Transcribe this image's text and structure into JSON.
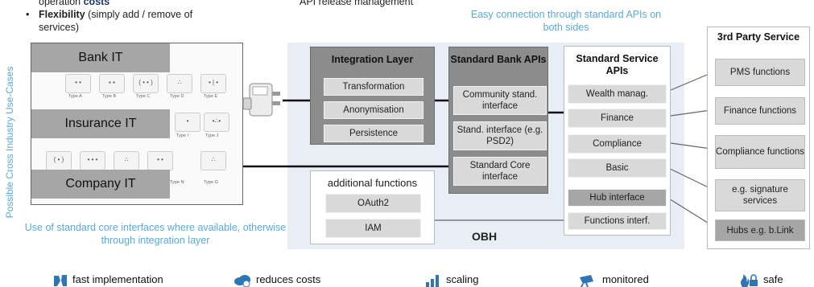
{
  "bullets": {
    "line0": "operation ",
    "line0_bold": "costs",
    "flex_bold": "Flexibility",
    "flex_rest": " (simply add / remove of",
    "flex_line2": "services)",
    "api_release": "API release management"
  },
  "vertical_label": "Possible Cross Industry Use-Cases",
  "note_top": "Easy connection through standard APIs on both sides",
  "note_bottom": "Use of standard core interfaces where available, otherwise through integration layer",
  "left_panel": {
    "labels": [
      "Bank IT",
      "Insurance IT",
      "Company IT"
    ],
    "socket_types": [
      "Type A",
      "Type B",
      "Type C",
      "Type D",
      "Type E",
      "Type I",
      "Type J",
      "Type N",
      "Type O"
    ]
  },
  "integration_layer": {
    "title": "Integration Layer",
    "items": [
      "Transformation",
      "Anonymisation",
      "Persistence"
    ]
  },
  "bank_apis": {
    "title": "Standard Bank APIs",
    "items": [
      "Community stand. interface",
      "Stand. interface (e.g. PSD2)",
      "Standard Core interface"
    ]
  },
  "service_apis": {
    "title": "Standard Service APIs",
    "items": [
      "Wealth manag.",
      "Finance",
      "Compliance",
      "Basic"
    ],
    "hub": "Hub interface",
    "functions": "Functions interf."
  },
  "additional": {
    "title": "additional functions",
    "items": [
      "OAuth2",
      "IAM"
    ]
  },
  "obh_label": "OBH",
  "third_party": {
    "title": "3rd Party Service",
    "items": [
      "PMS functions",
      "Finance functions",
      "Compliance functions",
      "e.g. signature services",
      "Hubs e.g. b.Link"
    ]
  },
  "footer": {
    "items": [
      "fast implementation",
      "reduces costs",
      "scaling",
      "monitored",
      "safe"
    ],
    "icon_names": [
      "tools-icon",
      "cloud-icon",
      "bar-chart-icon",
      "camera-icon",
      "lock-icon"
    ],
    "icon_color": "#2e75b6"
  },
  "colors": {
    "dark_box": "#8c8c8c",
    "light_box": "#d9d9d9",
    "obh_bg": "#e9edf5",
    "note_blue": "#5aa9dc",
    "accent_navy": "#1f3864"
  }
}
